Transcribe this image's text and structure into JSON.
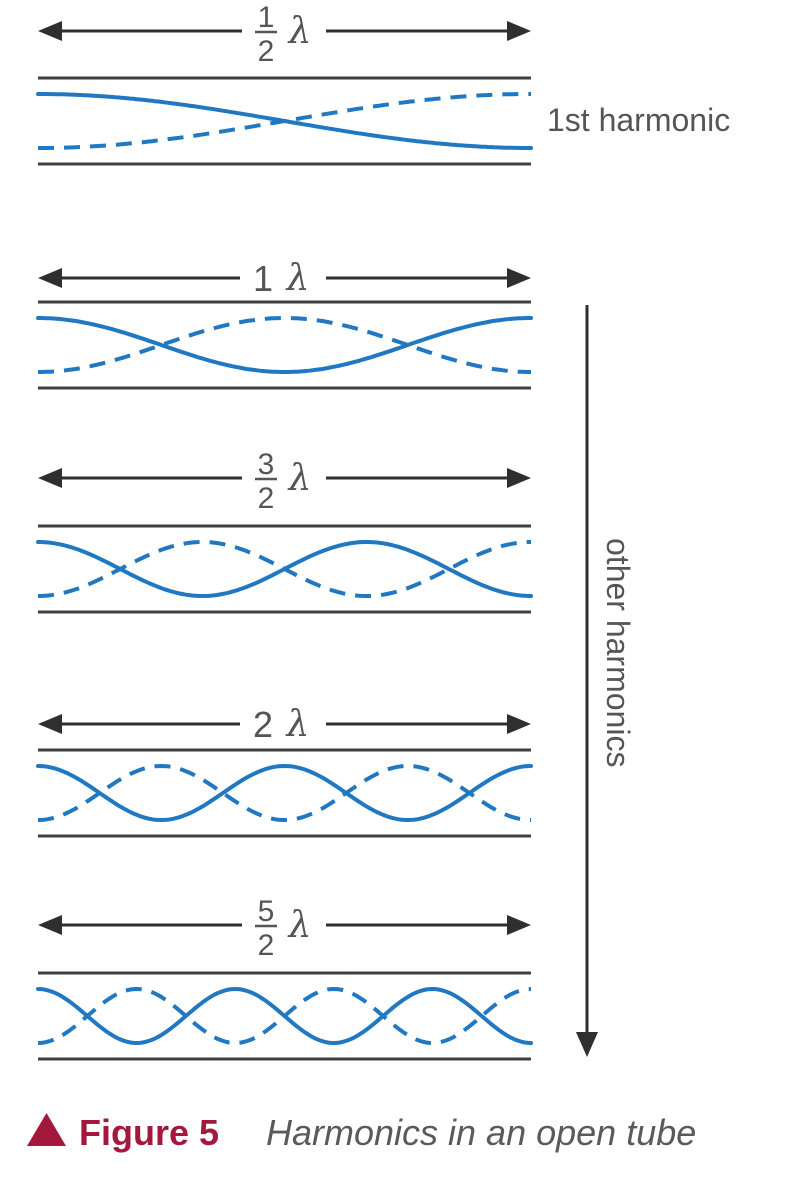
{
  "figure": {
    "number_label": "Figure 5",
    "caption": "Harmonics in an open tube"
  },
  "labels": {
    "first": "1st harmonic",
    "other": "other harmonics"
  },
  "colors": {
    "wave": "#1f78c1",
    "accent": "#a3183c",
    "wall": "#3f3f3f",
    "text": "#555555"
  },
  "symbols": {
    "lambda": "λ"
  },
  "harmonics": [
    {
      "length": {
        "numerator": "1",
        "denominator": "2"
      },
      "half_wavelengths": 1
    },
    {
      "length": {
        "whole": "1"
      },
      "half_wavelengths": 2
    },
    {
      "length": {
        "numerator": "3",
        "denominator": "2"
      },
      "half_wavelengths": 3
    },
    {
      "length": {
        "whole": "2"
      },
      "half_wavelengths": 4
    },
    {
      "length": {
        "numerator": "5",
        "denominator": "2"
      },
      "half_wavelengths": 5
    }
  ]
}
